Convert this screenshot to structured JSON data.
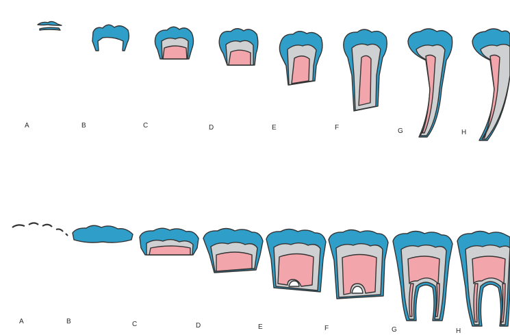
{
  "rows": [
    {
      "name": "single-root-tooth",
      "stages": [
        "A",
        "B",
        "C",
        "D",
        "E",
        "F",
        "G",
        "H"
      ]
    },
    {
      "name": "two-root-molar",
      "stages": [
        "A",
        "B",
        "C",
        "D",
        "E",
        "F",
        "G",
        "H"
      ]
    }
  ],
  "colors": {
    "enamel": "#2f9fca",
    "dentin": "#cfd0d2",
    "pulp": "#f2a5ab",
    "outline": "#333333"
  }
}
